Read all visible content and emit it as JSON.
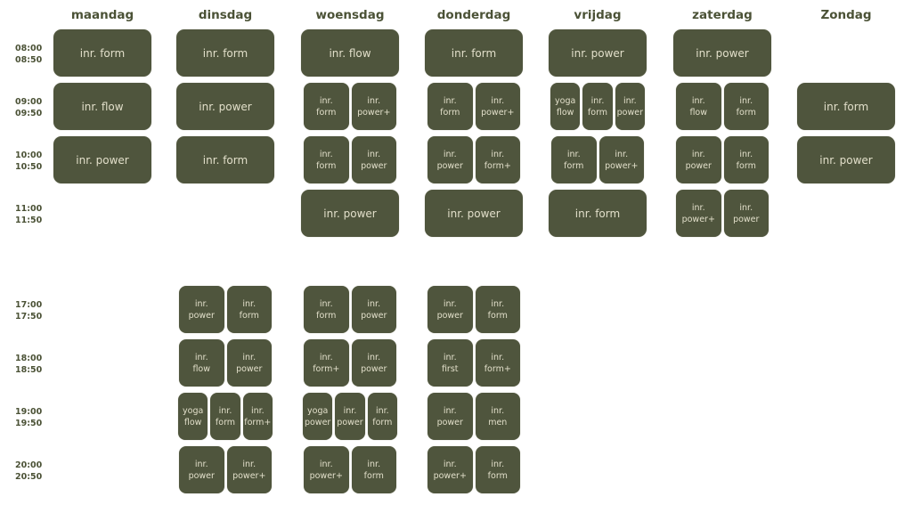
{
  "days": [
    "maandag",
    "dinsdag",
    "woensdag",
    "donderdag",
    "vrijdag",
    "zaterdag",
    "Zondag"
  ],
  "rows": [
    {
      "start": "08:00",
      "end": "08:50",
      "slots": [
        [
          "inr. form"
        ],
        [
          "inr. form"
        ],
        [
          "inr. flow"
        ],
        [
          "inr. form"
        ],
        [
          "inr. power"
        ],
        [
          "inr. power"
        ],
        []
      ]
    },
    {
      "start": "09:00",
      "end": "09:50",
      "slots": [
        [
          "inr. flow"
        ],
        [
          "inr. power"
        ],
        [
          "inr. form",
          "inr. power+"
        ],
        [
          "inr. form",
          "inr. power+"
        ],
        [
          "yoga flow",
          "inr. form",
          "inr. power"
        ],
        [
          "inr. flow",
          "inr. form"
        ],
        [
          "inr. form"
        ]
      ]
    },
    {
      "start": "10:00",
      "end": "10:50",
      "slots": [
        [
          "inr. power"
        ],
        [
          "inr. form"
        ],
        [
          "inr. form",
          "inr. power"
        ],
        [
          "inr. power",
          "inr. form+"
        ],
        [
          "inr. form",
          "inr. power+"
        ],
        [
          "inr. power",
          "inr. form"
        ],
        [
          "inr. power"
        ]
      ]
    },
    {
      "start": "11:00",
      "end": "11:50",
      "slots": [
        [],
        [],
        [
          "inr. power"
        ],
        [
          "inr. power"
        ],
        [
          "inr. form"
        ],
        [
          "inr. power+",
          "inr. power"
        ],
        []
      ]
    },
    {
      "start": "17:00",
      "end": "17:50",
      "slots": [
        [],
        [
          "inr. power",
          "inr. form"
        ],
        [
          "inr. form",
          "inr. power"
        ],
        [
          "inr. power",
          "inr. form"
        ],
        [],
        [],
        []
      ]
    },
    {
      "start": "18:00",
      "end": "18:50",
      "slots": [
        [],
        [
          "inr. flow",
          "inr. power"
        ],
        [
          "inr. form+",
          "inr. power"
        ],
        [
          "inr. first",
          "inr. form+"
        ],
        [],
        [],
        []
      ]
    },
    {
      "start": "19:00",
      "end": "19:50",
      "slots": [
        [],
        [
          "yoga flow",
          "inr. form",
          "inr. form+"
        ],
        [
          "yoga power",
          "inr. power",
          "inr. form"
        ],
        [
          "inr. power",
          "inr. men"
        ],
        [],
        [],
        []
      ]
    },
    {
      "start": "20:00",
      "end": "20:50",
      "slots": [
        [],
        [
          "inr. power",
          "inr. power+"
        ],
        [
          "inr. power+",
          "inr. form"
        ],
        [
          "inr. power+",
          "inr. form"
        ],
        [],
        [],
        []
      ]
    }
  ],
  "colors": {
    "box": "#4f553d",
    "box_text": "#e2dfca",
    "heading": "#4b5236"
  }
}
